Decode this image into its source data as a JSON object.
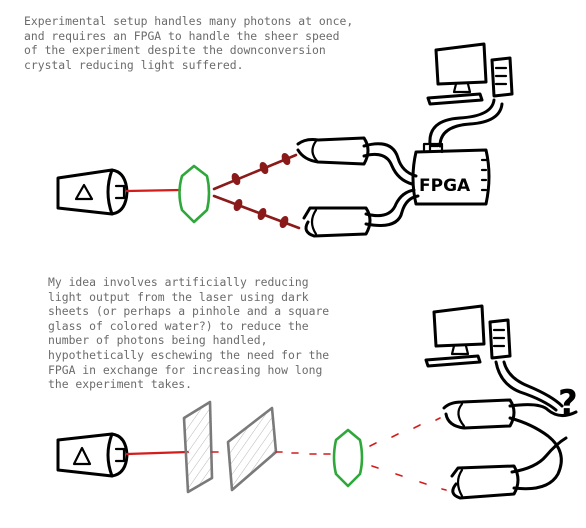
{
  "captions": {
    "top": "Experimental setup handles many photons at once,\nand requires an FPGA to handle the sheer speed\nof the experiment despite the downconversion\ncrystal reducing light suffered.",
    "bottom": "My idea involves artificially reducing\nlight output from the laser using dark\nsheets (or perhaps a pinhole and a square\nglass of colored water?) to reduce the\nnumber of photons being handled,\nhypothetically eschewing the need for the\nFPGA in exchange for increasing how long\nthe experiment takes."
  },
  "labels": {
    "fpga": "FPGA",
    "question_mark": "?"
  },
  "colors": {
    "ink": "#000000",
    "caption": "#6b6b6b",
    "laser_beam": "#d41c1c",
    "crystal": "#2ea83a",
    "entangled_photons": "#8b1a1a",
    "dark_sheet": "#7a7a7a"
  }
}
